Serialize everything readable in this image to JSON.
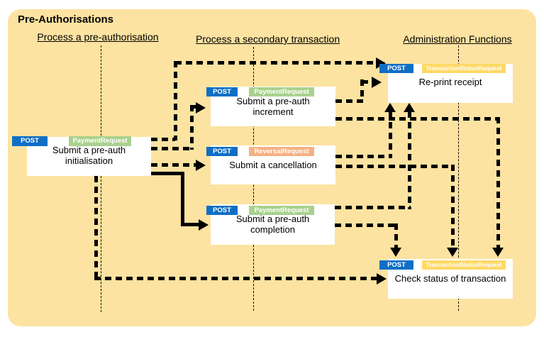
{
  "panel": {
    "title": "Pre-Authorisations"
  },
  "columns": [
    {
      "label": "Process a pre-authorisation"
    },
    {
      "label": "Process a secondary transaction"
    },
    {
      "label": "Administration Functions"
    }
  ],
  "boxes": [
    {
      "method": "POST",
      "request": "PaymentRequest",
      "title": "Submit a pre-auth initialisation"
    },
    {
      "method": "POST",
      "request": "PaymentRequest",
      "title": "Submit a pre-auth increment"
    },
    {
      "method": "POST",
      "request": "ReversalRequest",
      "title": "Submit a cancellation"
    },
    {
      "method": "POST",
      "request": "PaymentRequest",
      "title": "Submit a pre-auth completion"
    },
    {
      "method": "POST",
      "request": "TransactionStatusRequest",
      "title": "Re-print receipt"
    },
    {
      "method": "POST",
      "request": "TransactionStatusRequest",
      "title": "Check status of transaction"
    }
  ],
  "colors": {
    "panel_background": "#FCE3A1",
    "method_blue": "#0F6FC5",
    "payment_green": "#A9D18E",
    "reversal_salmon": "#F4B183",
    "status_gold": "#FFD966",
    "box_white": "#FFFFFF",
    "line_black": "#000000"
  }
}
